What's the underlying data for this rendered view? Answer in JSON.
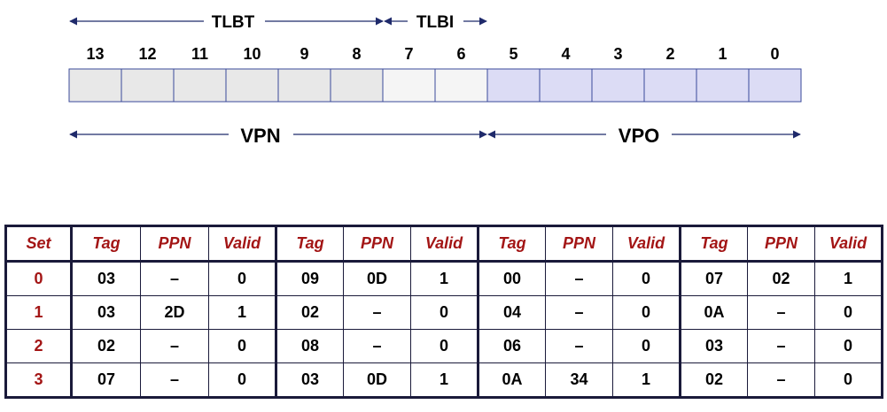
{
  "address": {
    "bits": [
      "13",
      "12",
      "11",
      "10",
      "9",
      "8",
      "7",
      "6",
      "5",
      "4",
      "3",
      "2",
      "1",
      "0"
    ],
    "labels": {
      "tlbt": "TLBT",
      "tlbi": "TLBI",
      "vpn": "VPN",
      "vpo": "VPO"
    },
    "colors": {
      "tlbt_fill": "#e8e8e8",
      "tlbi_fill": "#f5f5f5",
      "vpo_fill": "#dcdcf5",
      "arrow": "#1f2a6b",
      "box_border": "#3a4a9a"
    }
  },
  "table": {
    "headers": [
      "Set",
      "Tag",
      "PPN",
      "Valid",
      "Tag",
      "PPN",
      "Valid",
      "Tag",
      "PPN",
      "Valid",
      "Tag",
      "PPN",
      "Valid"
    ],
    "rows": [
      [
        "0",
        "03",
        "–",
        "0",
        "09",
        "0D",
        "1",
        "00",
        "–",
        "0",
        "07",
        "02",
        "1"
      ],
      [
        "1",
        "03",
        "2D",
        "1",
        "02",
        "–",
        "0",
        "04",
        "–",
        "0",
        "0A",
        "–",
        "0"
      ],
      [
        "2",
        "02",
        "–",
        "0",
        "08",
        "–",
        "0",
        "06",
        "–",
        "0",
        "03",
        "–",
        "0"
      ],
      [
        "3",
        "07",
        "–",
        "0",
        "03",
        "0D",
        "1",
        "0A",
        "34",
        "1",
        "02",
        "–",
        "0"
      ]
    ],
    "colors": {
      "header_text": "#a31515",
      "set_text": "#a31515",
      "border": "#1a1a3a"
    }
  }
}
